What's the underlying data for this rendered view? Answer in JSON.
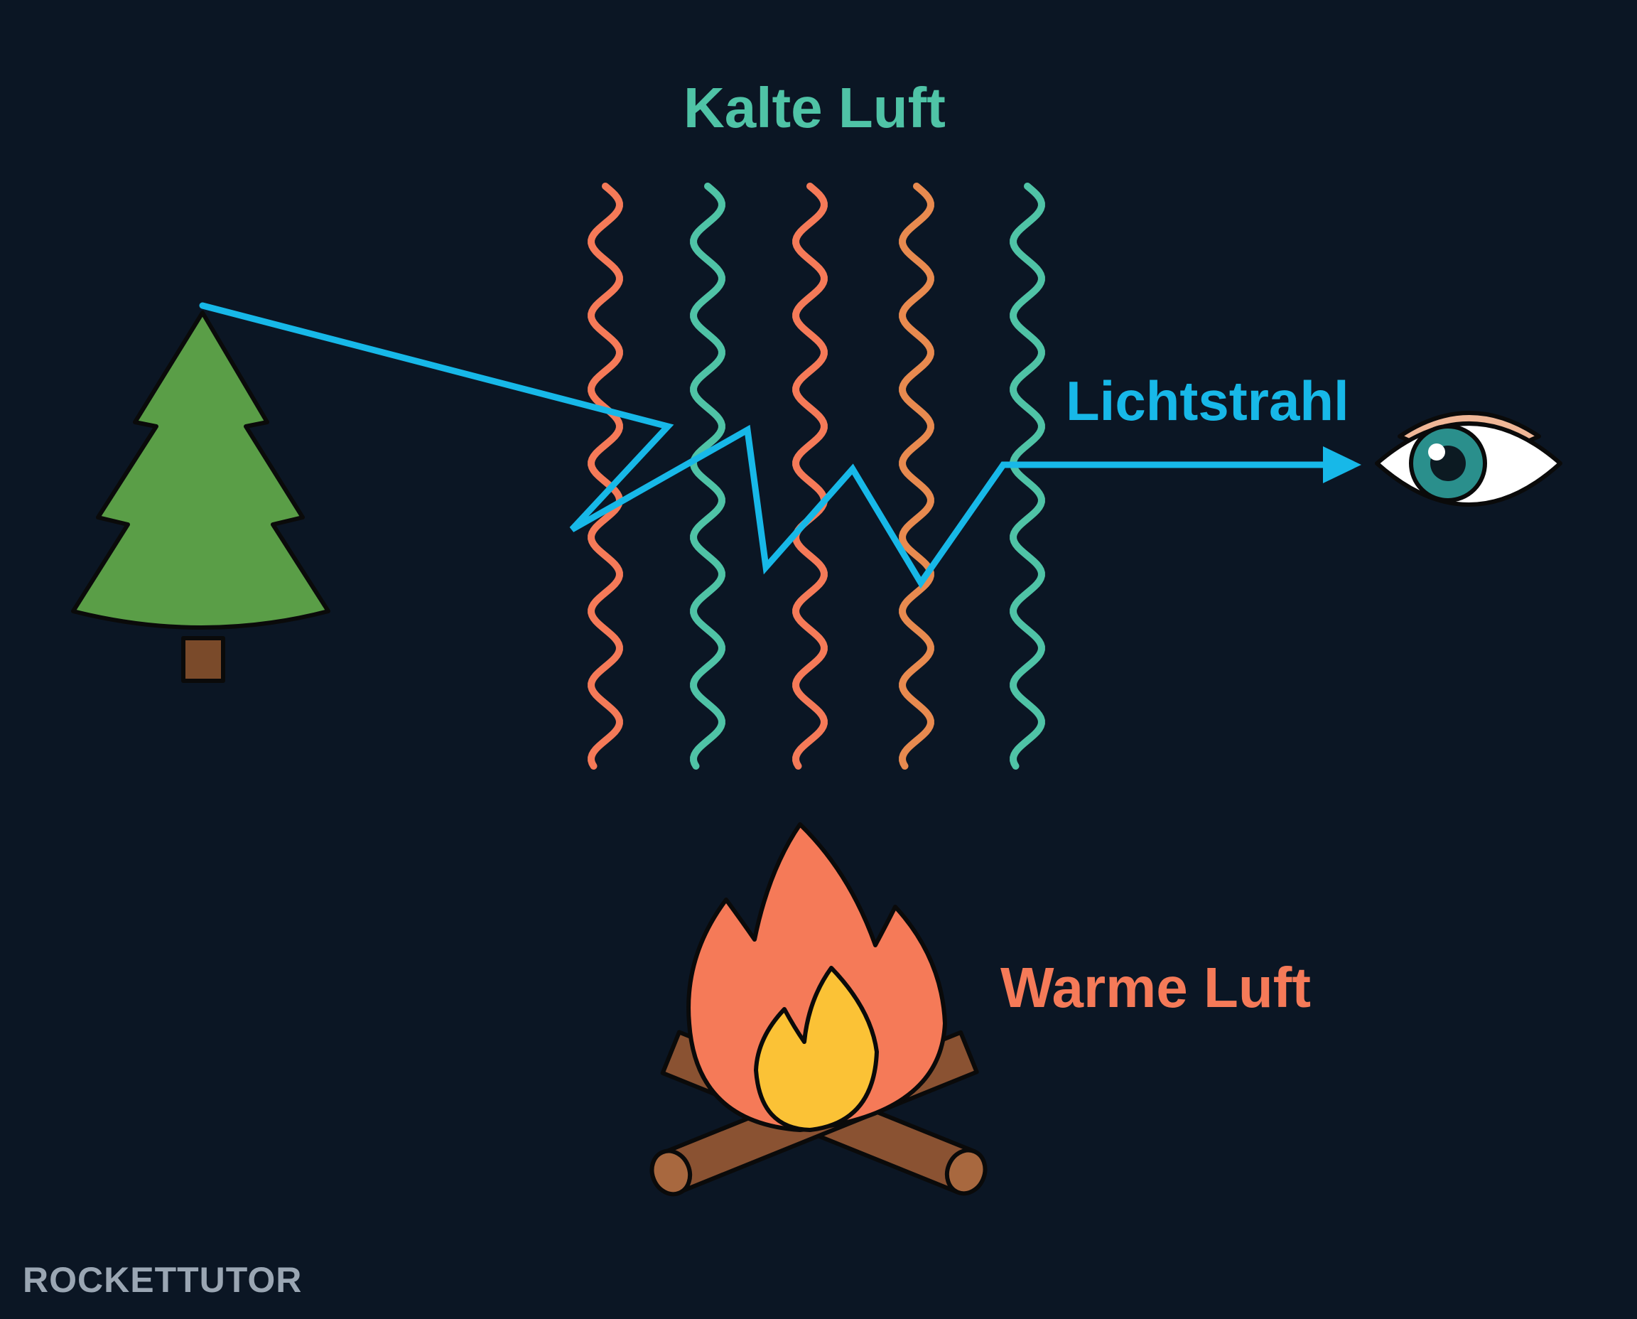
{
  "labels": {
    "cold_air": "Kalte Luft",
    "light_ray": "Lichtstrahl",
    "warm_air": "Warme Luft"
  },
  "brand": {
    "logo_text": "ROCKETTUTOR"
  },
  "colors": {
    "background": "#0b1624",
    "cold_air": "#4fc3a6",
    "warm_air": "#f57a58",
    "warm_air_alt": "#e88a4f",
    "light_ray": "#17b8e8",
    "tree_green": "#5a9e47",
    "trunk_brown": "#7a4a2a",
    "flame_outer": "#f57a58",
    "flame_inner": "#fbc236",
    "log_brown": "#8a5232",
    "eye_iris": "#2a8f8c",
    "eyelid": "#f0b797",
    "logo_gray": "#9aa6b3"
  },
  "icons": [
    "tree-icon",
    "eye-icon",
    "campfire-icon",
    "heat-wave-lines"
  ],
  "air_columns": [
    "warm",
    "cold",
    "warm",
    "warm",
    "cold"
  ]
}
